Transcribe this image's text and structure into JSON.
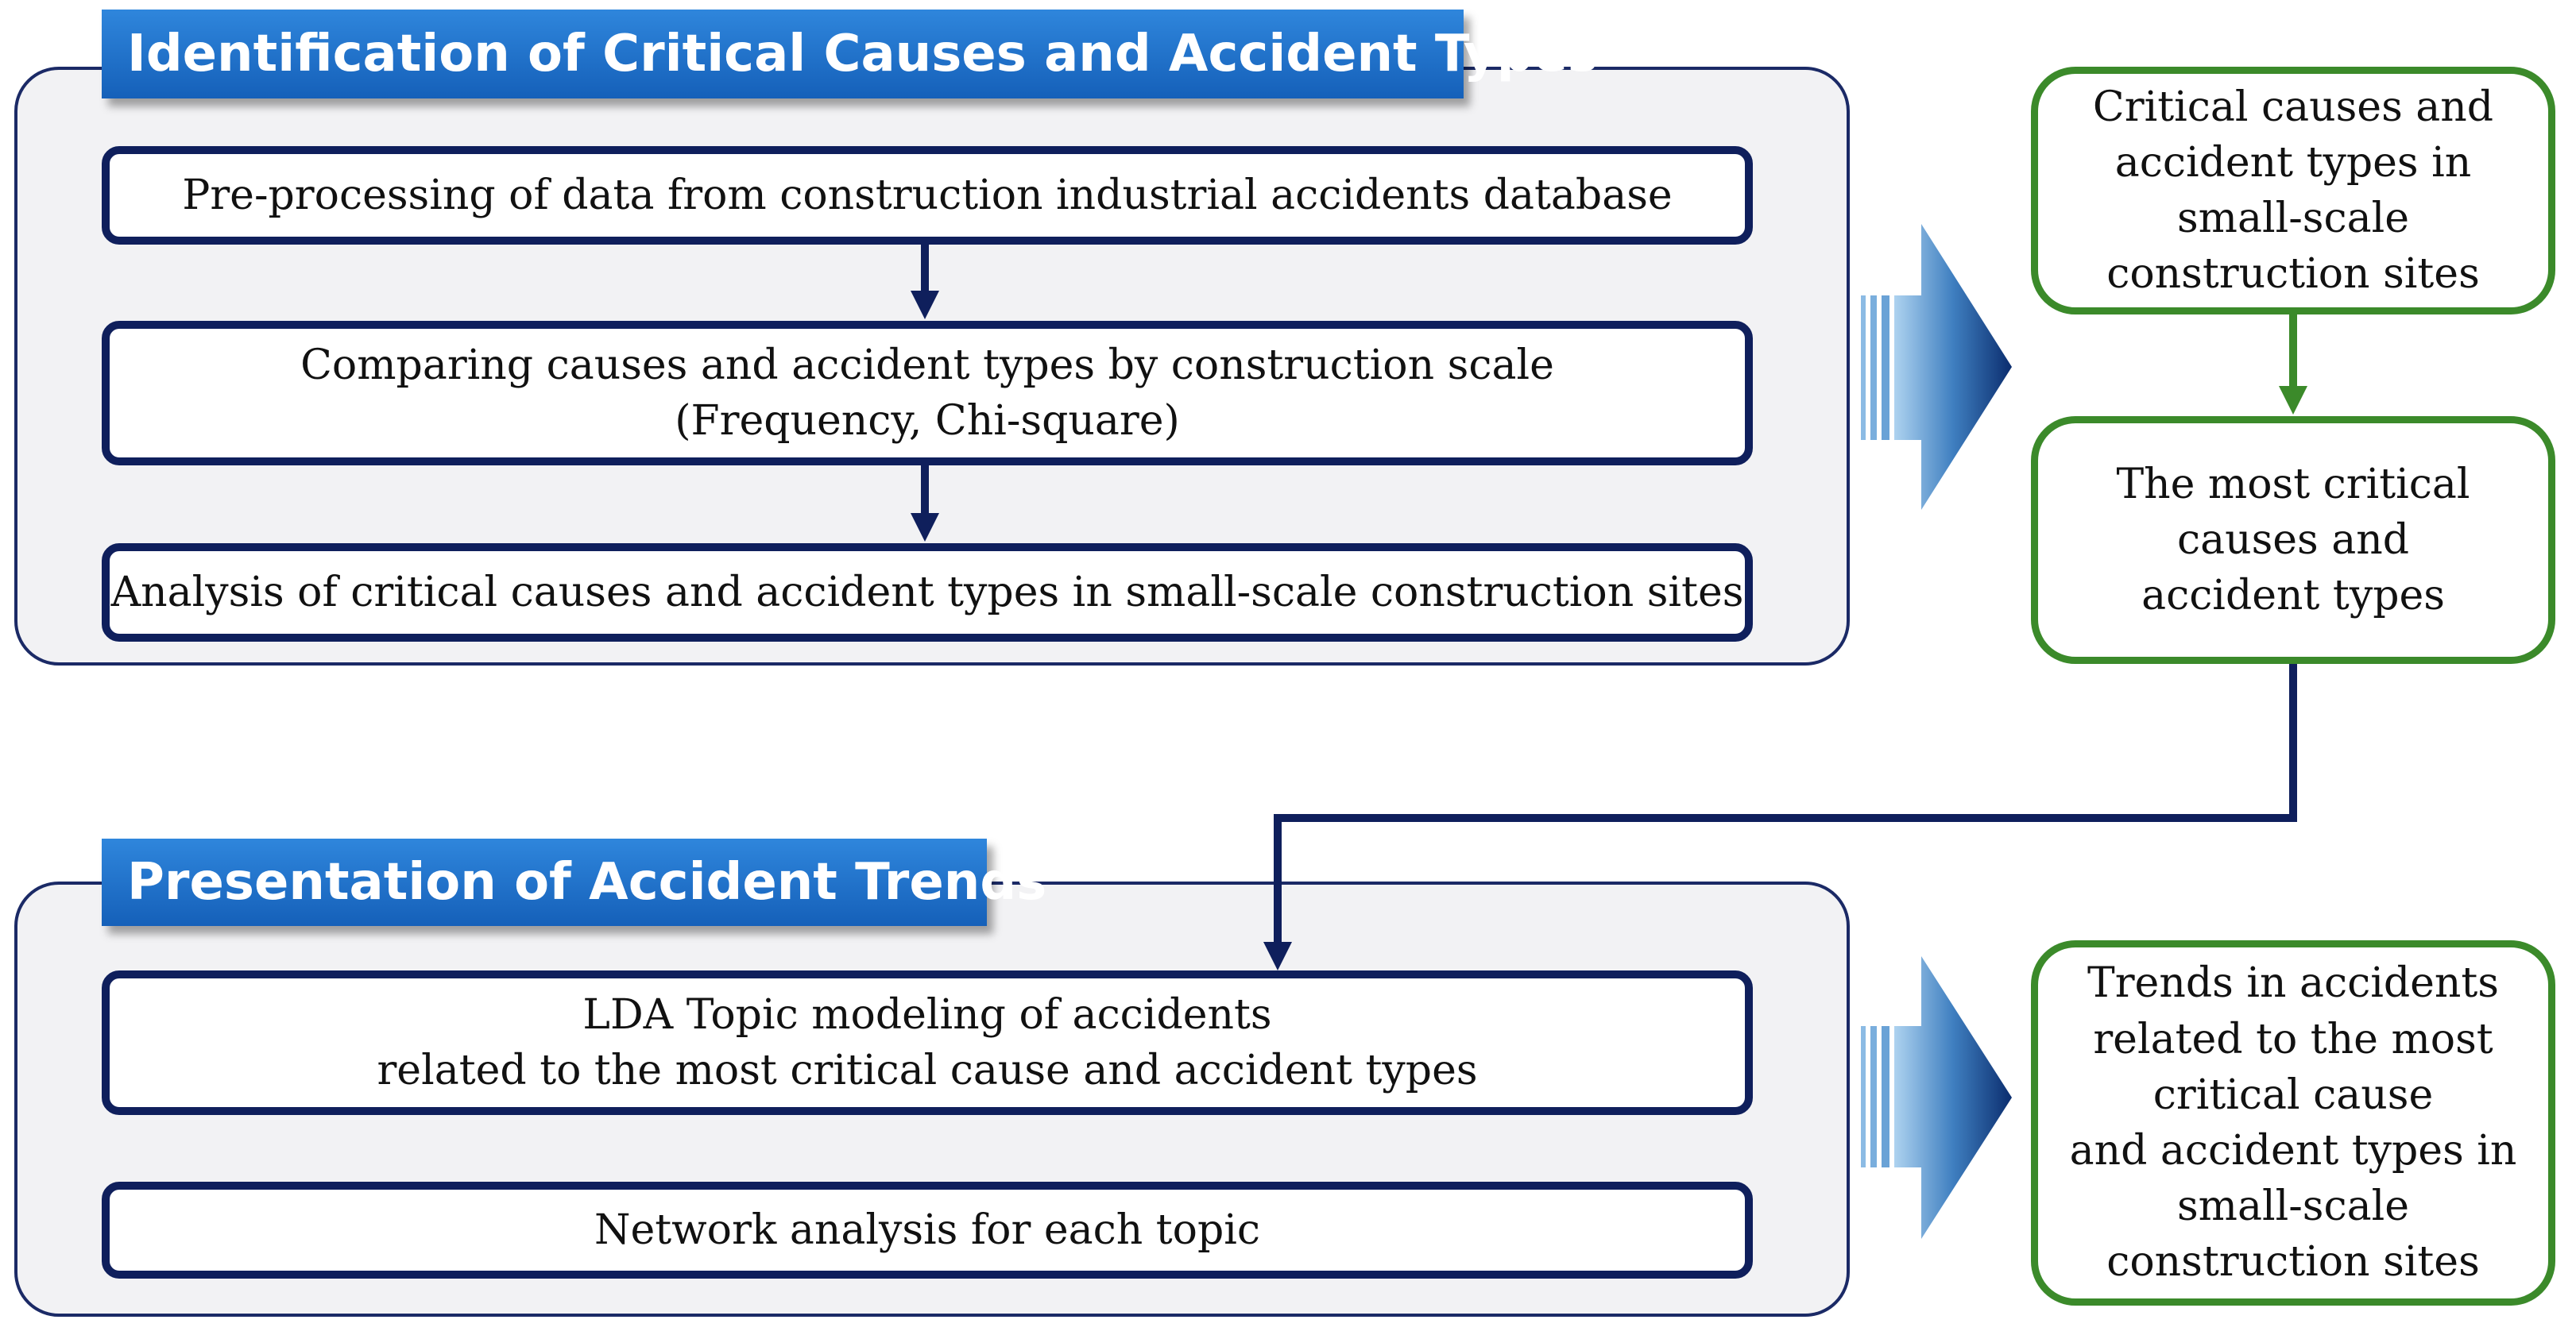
{
  "section1": {
    "title": "Identification of Critical Causes and Accident Types",
    "steps": [
      {
        "lines": [
          "Pre-processing of data from construction industrial accidents database"
        ]
      },
      {
        "lines": [
          "Comparing causes and accident types by construction scale",
          "(Frequency, Chi-square)"
        ]
      },
      {
        "lines": [
          "Analysis of critical causes and accident types in small-scale construction sites"
        ]
      }
    ]
  },
  "section2": {
    "title": "Presentation of Accident Trends",
    "steps": [
      {
        "lines": [
          "LDA Topic modeling of accidents",
          "related to the most critical cause and accident types"
        ]
      },
      {
        "lines": [
          "Network analysis for each topic"
        ]
      }
    ]
  },
  "outputs": [
    {
      "lines": [
        "Critical causes and",
        "accident types in",
        "small-scale",
        "construction sites"
      ]
    },
    {
      "lines": [
        "The most critical",
        "causes and",
        "accident types"
      ]
    },
    {
      "lines": [
        "Trends in accidents",
        "related to the most",
        "critical cause",
        "and accident types in",
        "small-scale",
        "construction sites"
      ]
    }
  ],
  "colors": {
    "navy": "#0f1f5c",
    "tab_blue": "#1f6fc8",
    "green": "#3b8a2a",
    "panel_bg": "#f2f2f4"
  }
}
